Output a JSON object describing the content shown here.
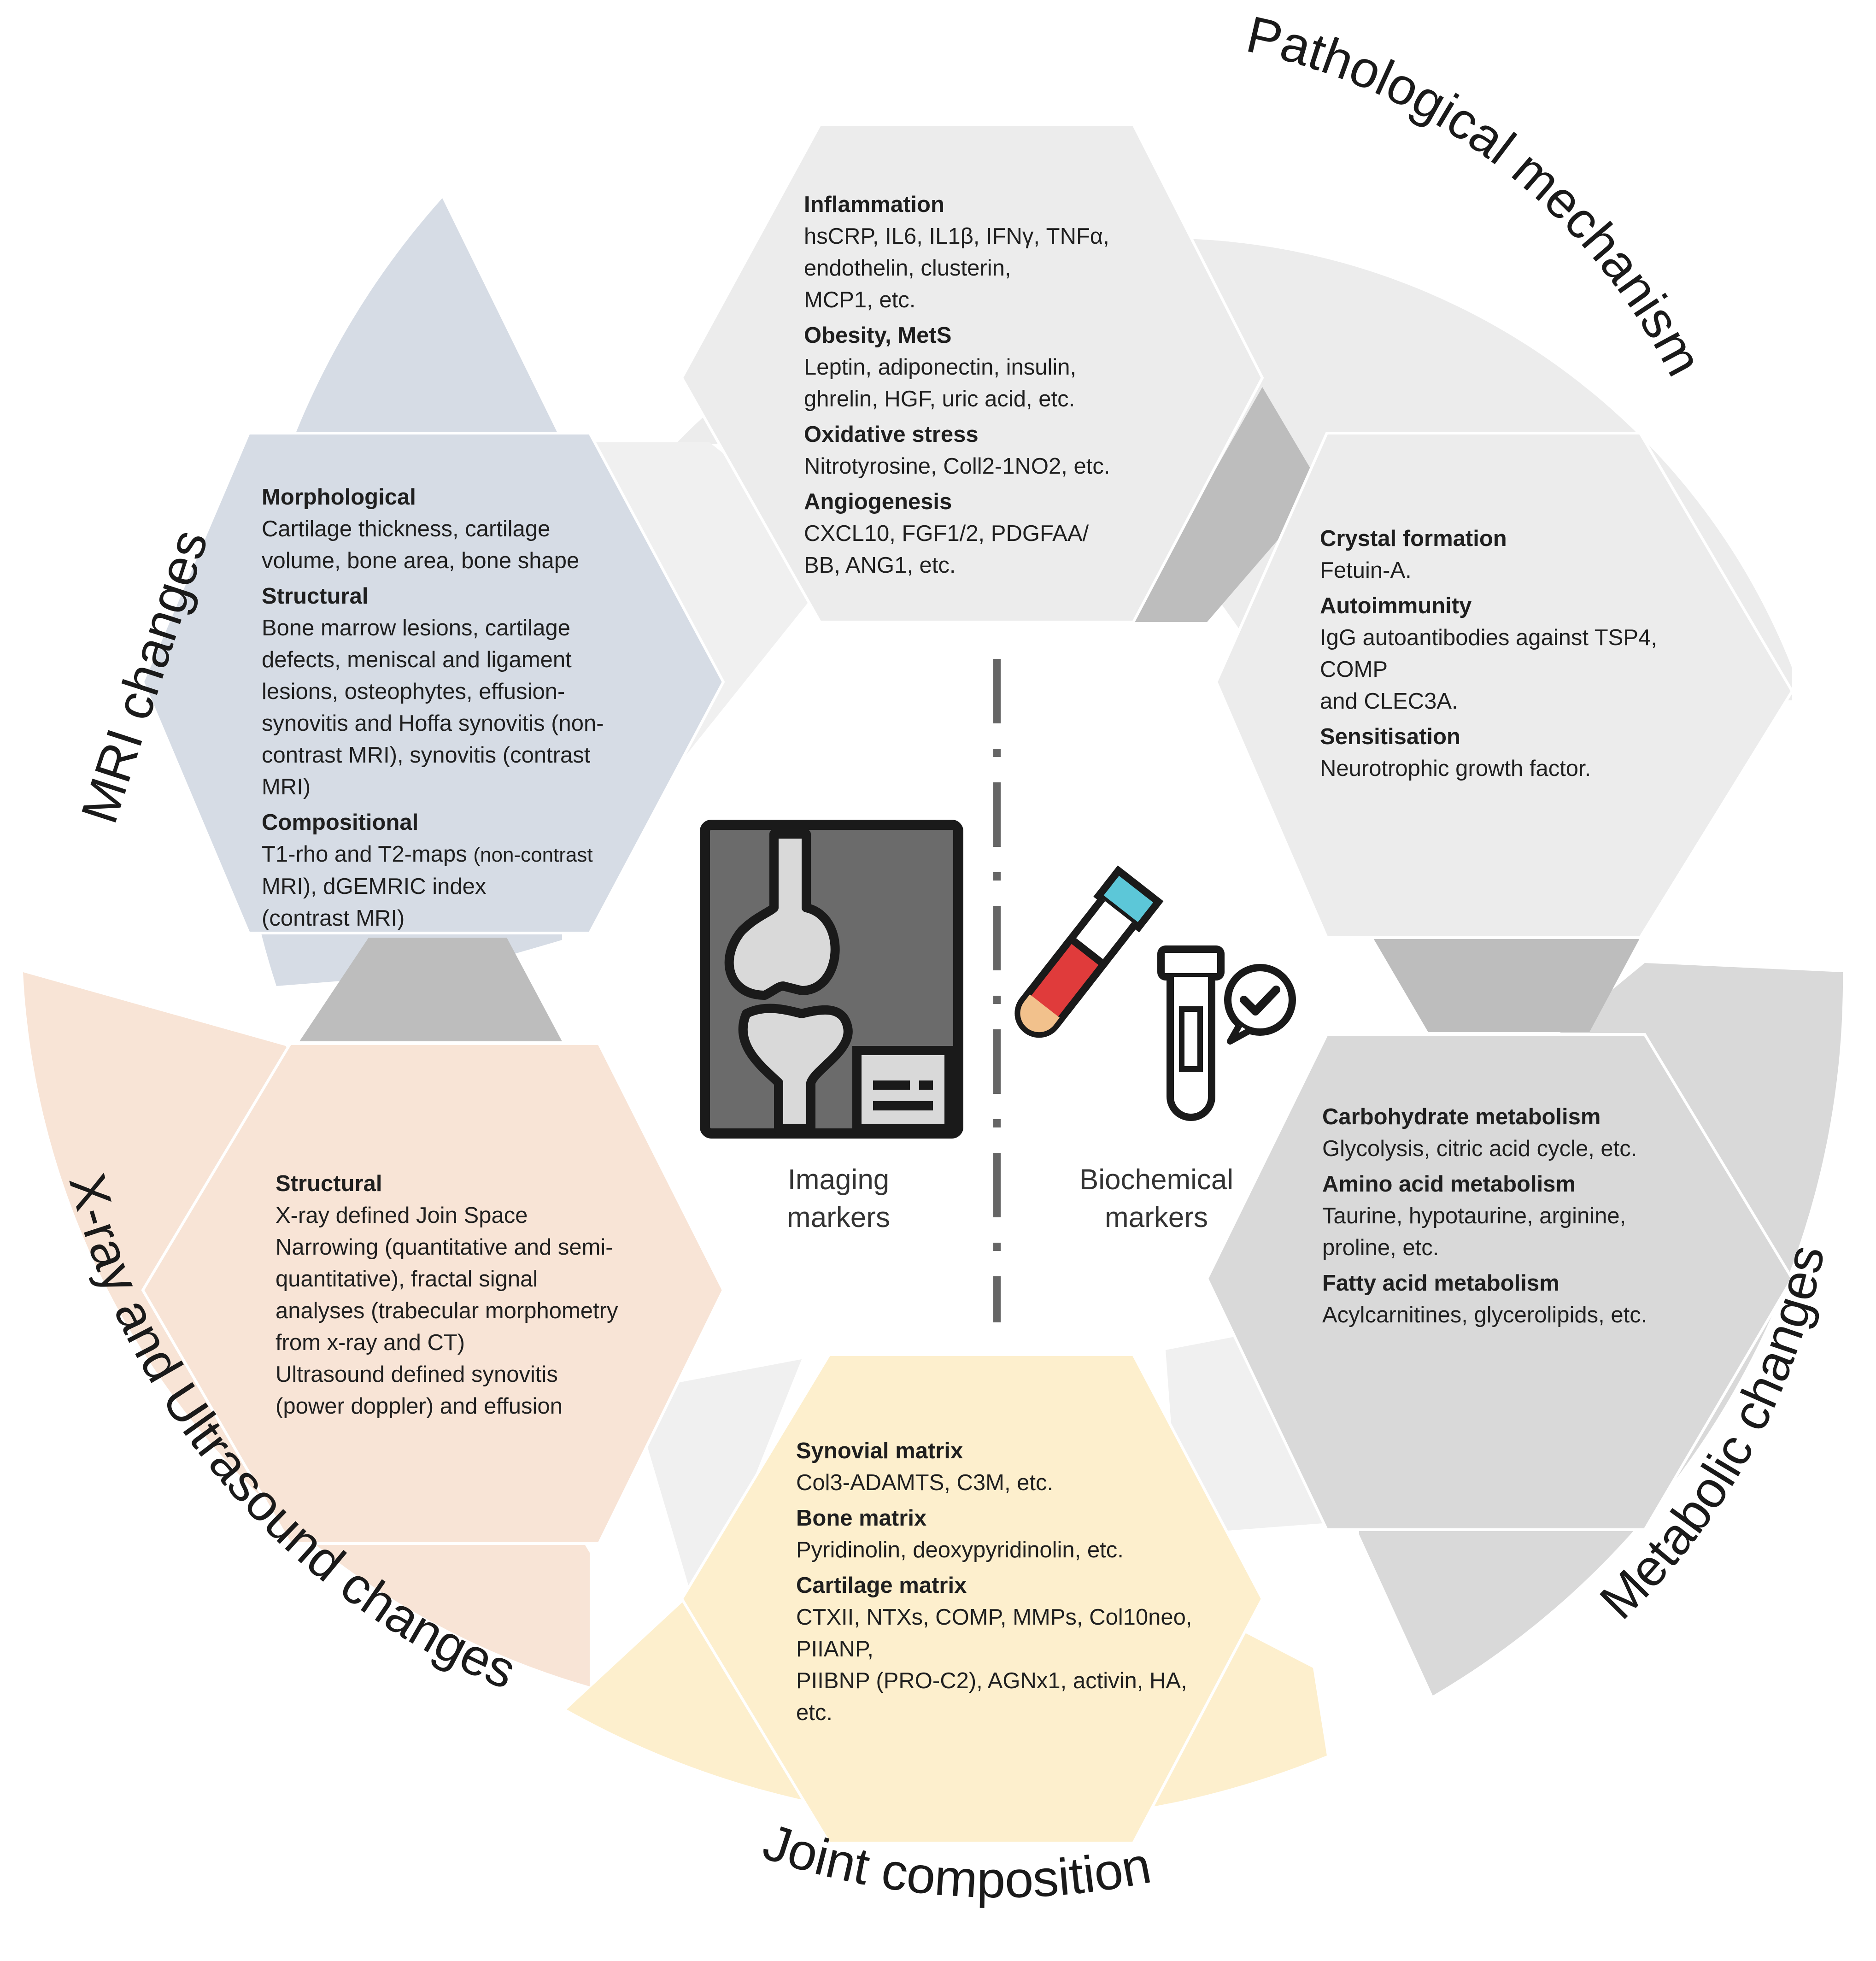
{
  "categories": {
    "pathological": "Pathological mechanism",
    "mri": "MRI changes",
    "xray": "X-ray and Ultrasound  changes",
    "joint": "Joint composition",
    "metabolic": "Metabolic changes"
  },
  "center": {
    "imaging_label": "Imaging\nmarkers",
    "biochemical_label": "Biochemical\nmarkers"
  },
  "panels": {
    "pathological_top": {
      "inflammation_h": "Inflammation",
      "inflammation_t": "hsCRP, IL6, IL1β, IFNγ, TNFα,\nendothelin, clusterin,\nMCP1, etc.",
      "obesity_h": "Obesity, MetS",
      "obesity_t": "Leptin, adiponectin, insulin,\nghrelin, HGF, uric acid, etc.",
      "oxidative_h": "Oxidative stress",
      "oxidative_t": "Nitrotyrosine, Coll2-1NO2, etc.",
      "angio_h": "Angiogenesis",
      "angio_t": "CXCL10, FGF1/2, PDGFAA/\nBB, ANG1, etc."
    },
    "pathological_right": {
      "crystal_h": "Crystal formation",
      "crystal_t": "Fetuin-A.",
      "auto_h": "Autoimmunity",
      "auto_t": "IgG autoantibodies against TSP4,\nCOMP\nand CLEC3A.",
      "sens_h": "Sensitisation",
      "sens_t": "Neurotrophic growth factor."
    },
    "mri": {
      "morph_h": "Morphological",
      "morph_t": "Cartilage thickness, cartilage\nvolume, bone area, bone shape",
      "struct_h": "Structural",
      "struct_t": "Bone marrow lesions,  cartilage\ndefects, meniscal and ligament\nlesions, osteophytes, effusion-\nsynovitis and Hoffa synovitis (non-\ncontrast MRI), synovitis (contrast\nMRI)",
      "comp_h": "Compositional",
      "comp_t1": "T1-rho and T2-maps",
      "comp_t1b": "(non-contrast",
      "comp_t2": "MRI), dGEMRIC index\n   (contrast MRI)"
    },
    "xray": {
      "struct_h": "Structural",
      "struct_t": "X-ray defined Join Space\nNarrowing (quantitative and semi-\nquantitative), fractal signal\nanalyses (trabecular morphometry\nfrom x-ray and CT)\nUltrasound defined synovitis\n(power doppler) and effusion"
    },
    "metabolic": {
      "carb_h": "Carbohydrate metabolism",
      "carb_t": "Glycolysis, citric acid cycle, etc.",
      "amino_h": "Amino acid metabolism",
      "amino_t": "Taurine, hypotaurine, arginine,\nproline, etc.",
      "fatty_h": "Fatty acid metabolism",
      "fatty_t": "Acylcarnitines, glycerolipids, etc."
    },
    "joint": {
      "syn_h": "Synovial matrix",
      "syn_t": "Col3-ADAMTS, C3M, etc.",
      "bone_h": "Bone matrix",
      "bone_t": "Pyridinolin, deoxypyridinolin, etc.",
      "cart_h": "Cartilage matrix",
      "cart_t": "CTXII, NTXs, COMP, MMPs, Col10neo,\nPIIANP,\nPIIBNP (PRO-C2), AGNx1, activin, HA,\netc."
    }
  },
  "colors": {
    "pathological": "#ececec",
    "mri": "#d6dce5",
    "xray": "#f8e4d6",
    "joint": "#fdefcd",
    "metabolic": "#d9d9d9",
    "connector": "#bdbdbd",
    "connector_light": "#f0f0f0"
  },
  "icons": [
    "knee-xray-icon",
    "blood-tube-icon",
    "sample-tube-icon",
    "check-bubble-icon"
  ]
}
